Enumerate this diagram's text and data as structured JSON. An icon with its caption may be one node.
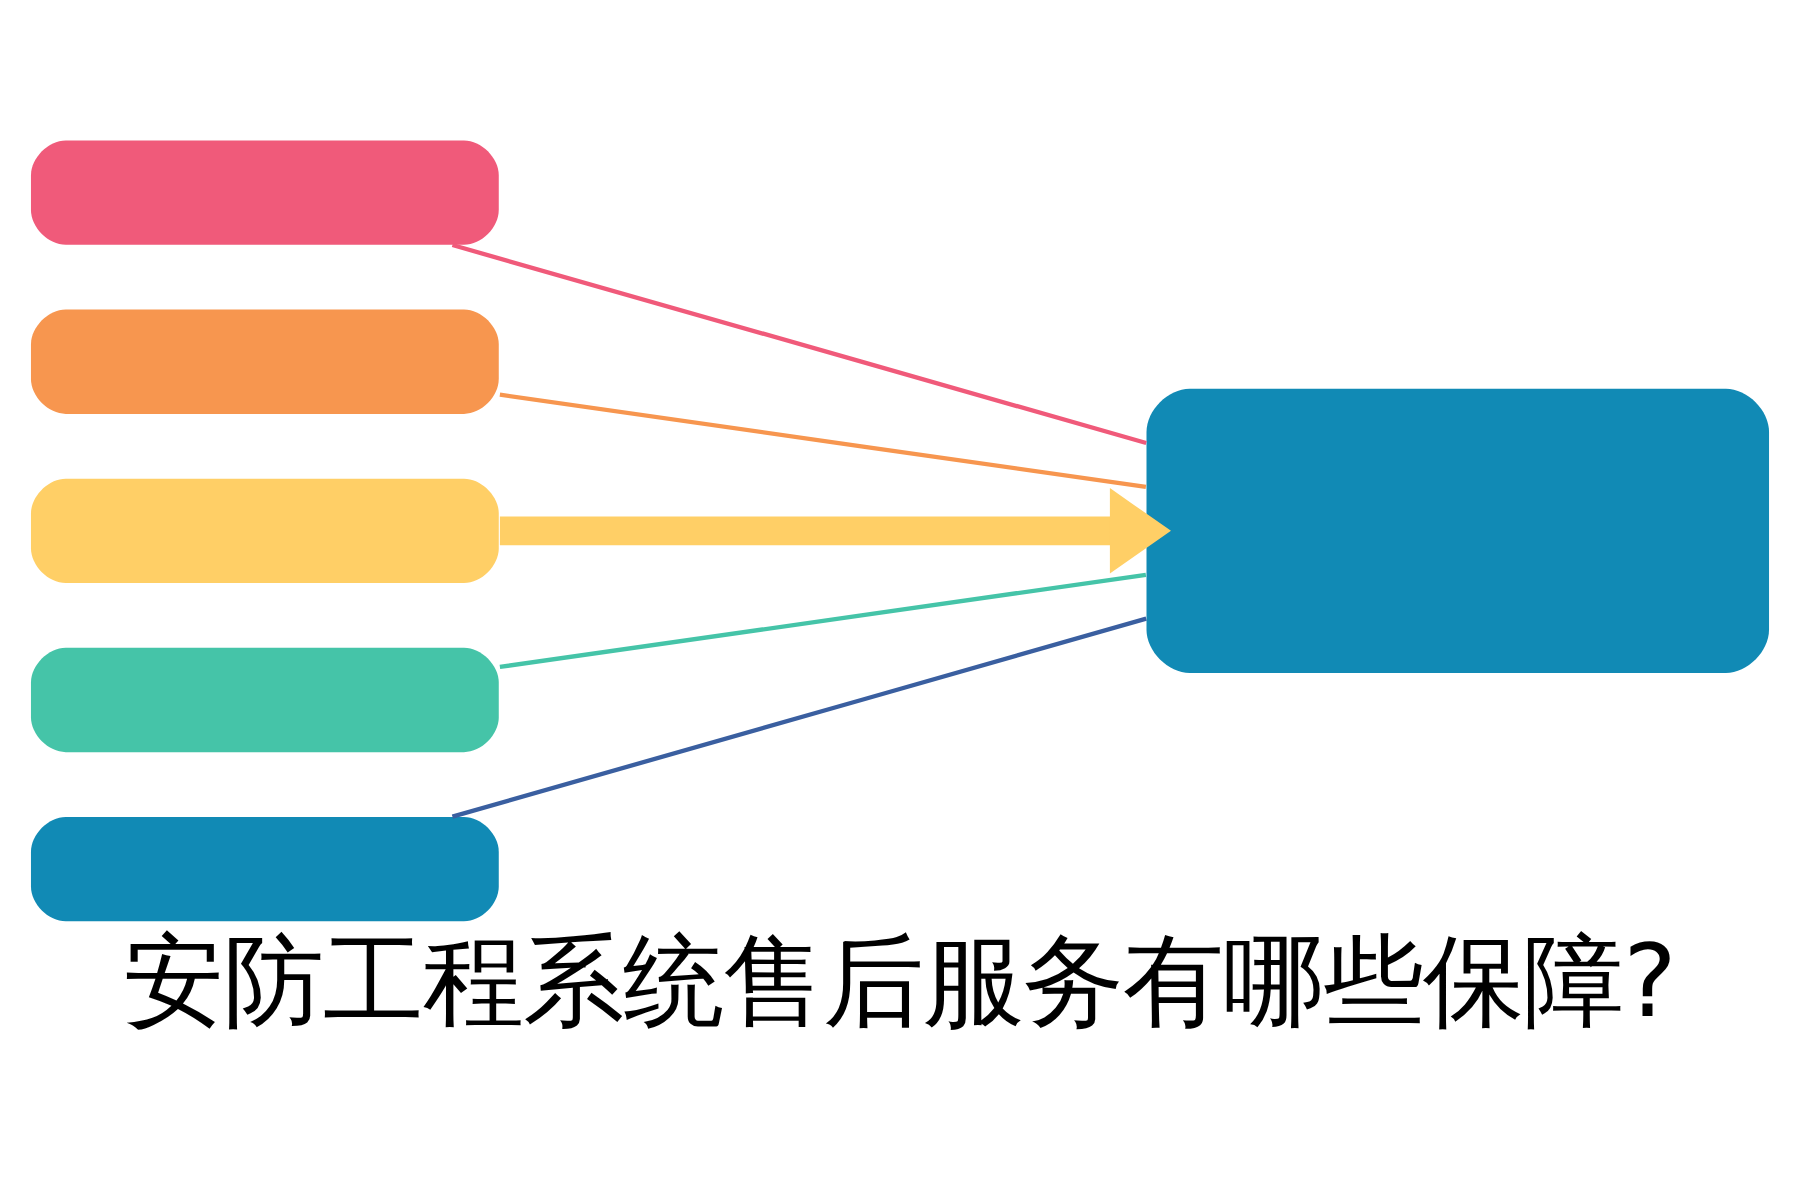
{
  "diagram": {
    "title": "安防工程系统售后服务有哪些保障?",
    "nodes": [
      {
        "text": [],
        "shape": "box"
      },
      {
        "text": [],
        "shape": "box"
      },
      {
        "text": [],
        "shape": "box"
      },
      {
        "text": [],
        "shape": "box"
      },
      {
        "text": [],
        "shape": "box"
      },
      {
        "text": [],
        "shape": "box"
      }
    ],
    "edges": [
      {
        "from": 0,
        "to": 5,
        "arrow": "none",
        "color": "#f05a7a"
      },
      {
        "from": 1,
        "to": 5,
        "arrow": "none",
        "color": "#f7964f"
      },
      {
        "from": 2,
        "to": 5,
        "arrow": "to",
        "style": "thick",
        "color": "#ffcf66"
      },
      {
        "from": 3,
        "to": 5,
        "arrow": "none",
        "color": "#45c4a8"
      },
      {
        "from": 4,
        "to": 5,
        "arrow": "none",
        "color": "#3a5fa0"
      }
    ]
  }
}
